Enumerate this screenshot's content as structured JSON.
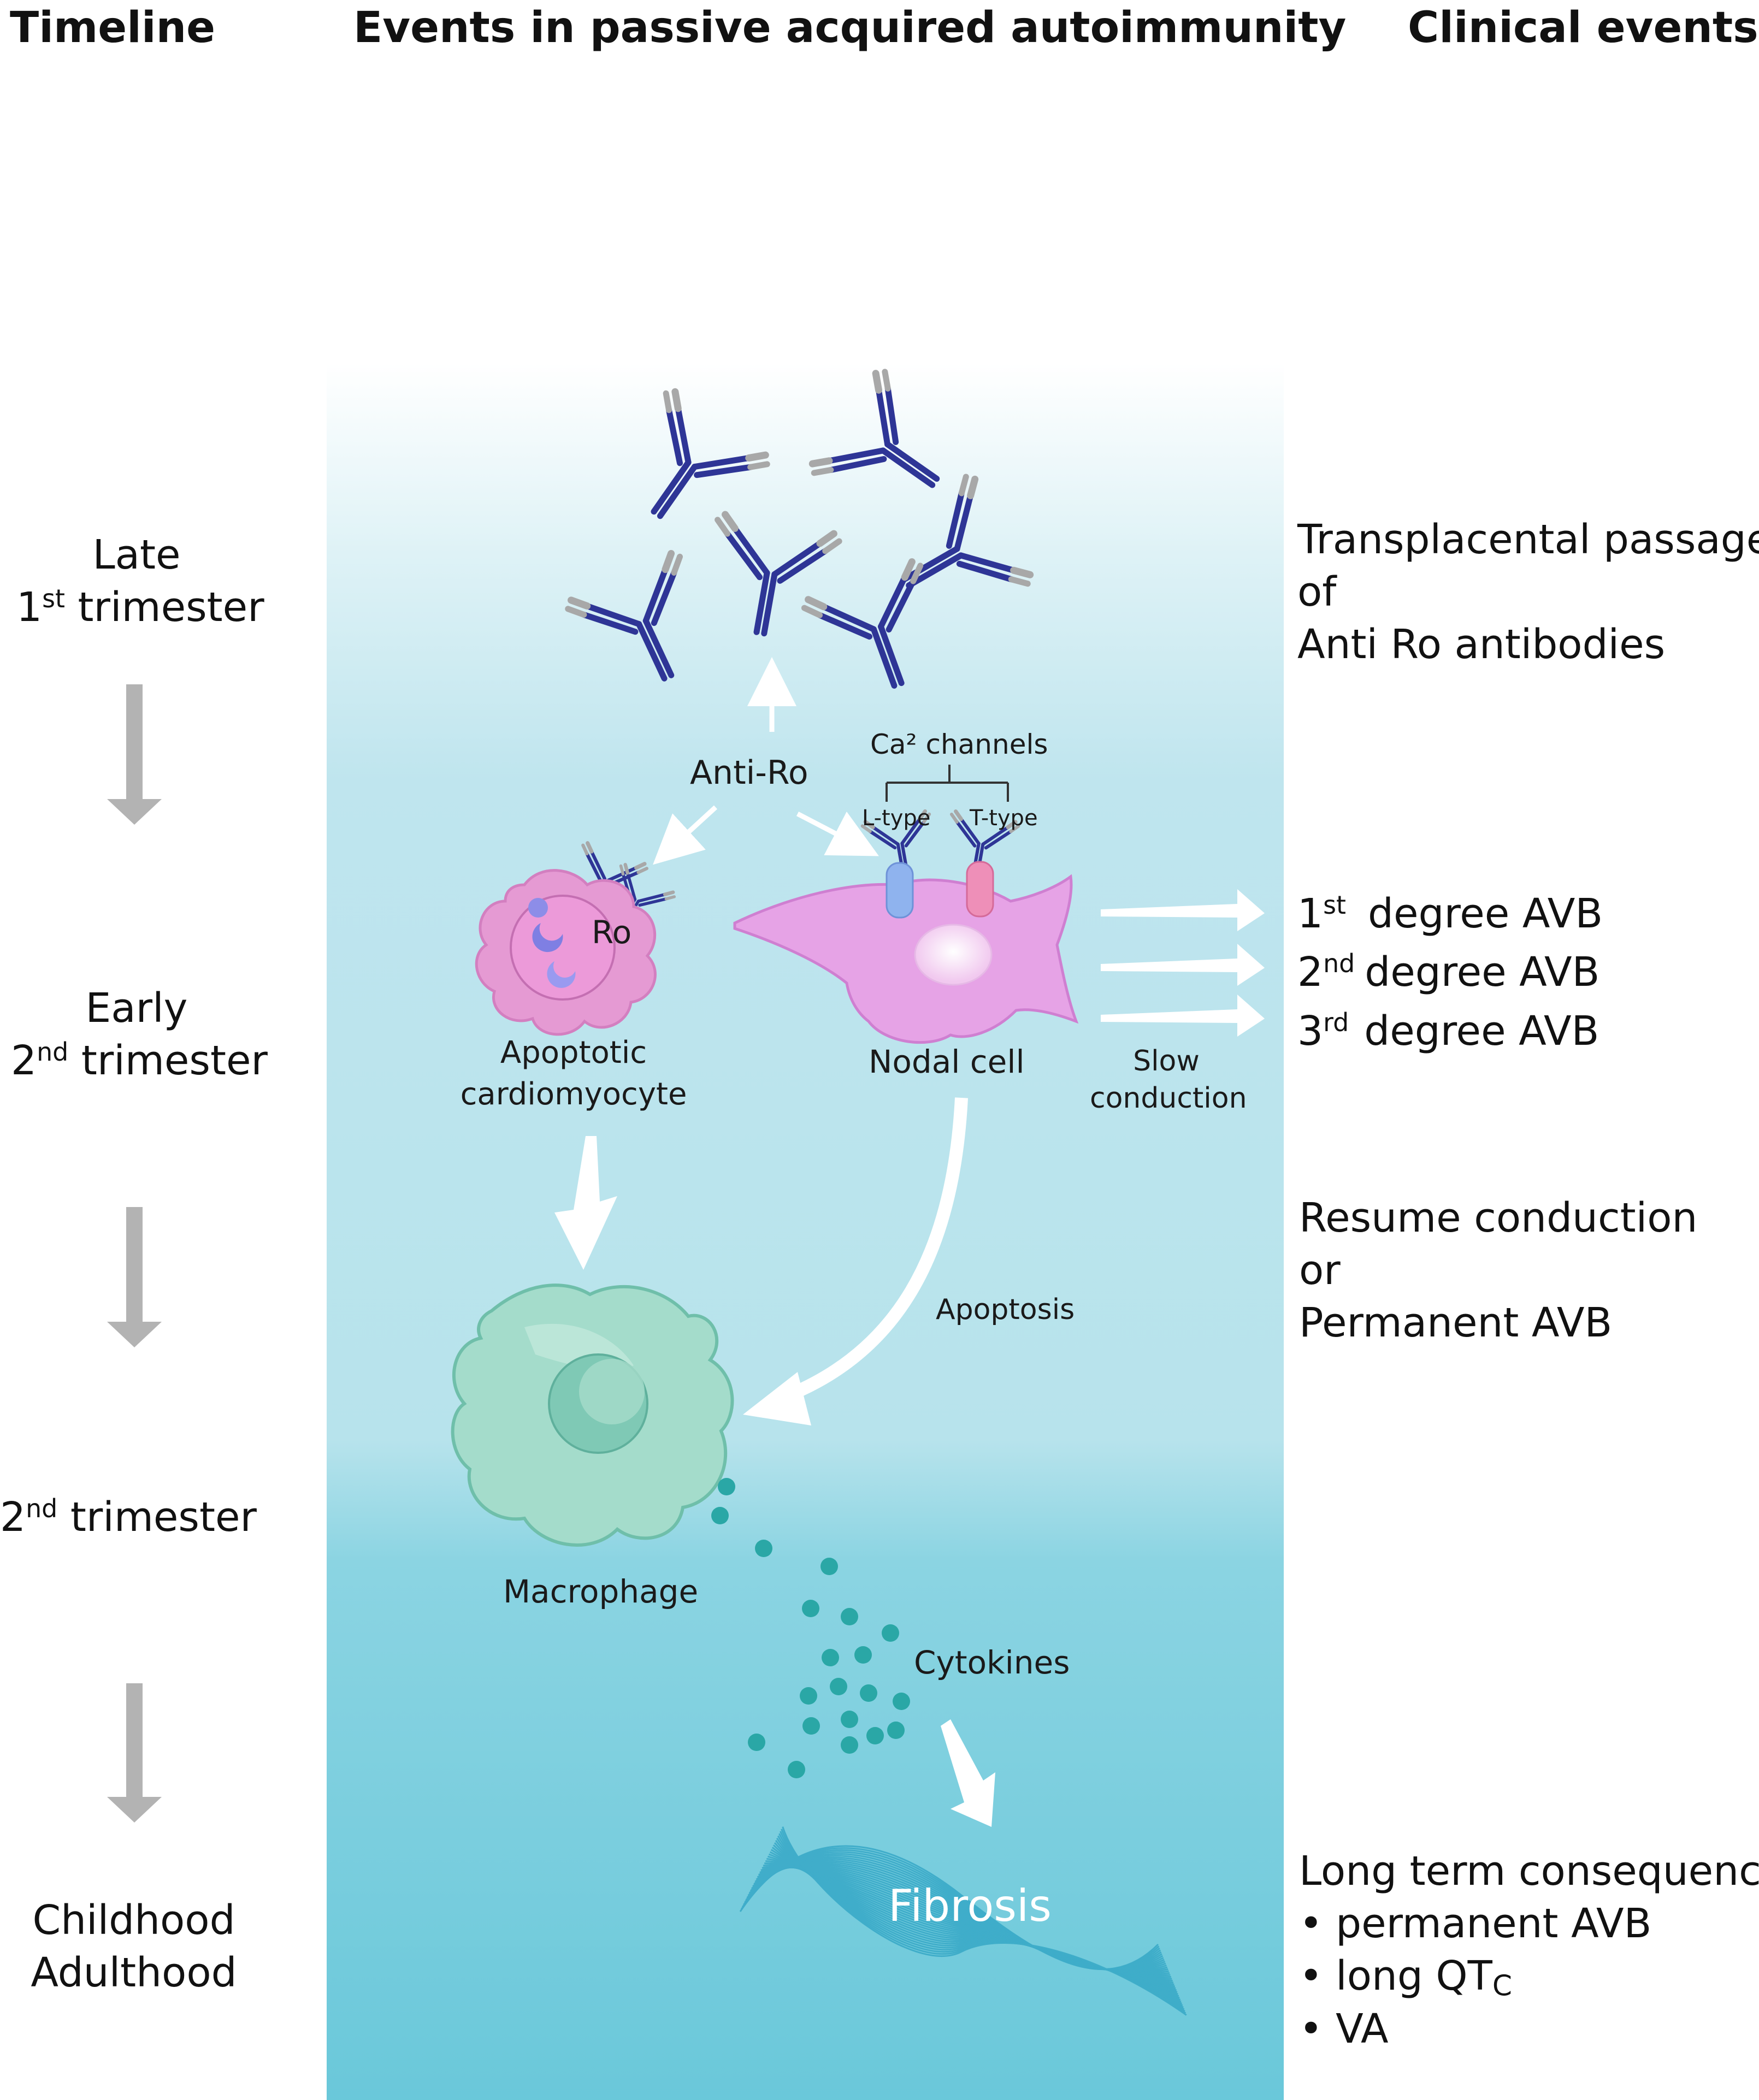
{
  "headers": {
    "timeline": "Timeline",
    "events": "Events in passive acquired autoimmunity",
    "clinical": "Clinical events"
  },
  "timeline": {
    "late_1st": {
      "line1": "Late",
      "num": "1",
      "sup": "st",
      "rest": " trimester"
    },
    "early_2nd": {
      "line1": "Early",
      "num": "2",
      "sup": "nd",
      "rest": " trimester"
    },
    "mid_2nd": {
      "num": "2",
      "sup": "nd",
      "rest": " trimester"
    },
    "later": {
      "line1": "Childhood",
      "line2": "Adulthood"
    }
  },
  "diagram": {
    "anti_ro": "Anti-Ro",
    "ca_channels": "Ca² channels",
    "l_type": "L-type",
    "t_type": "T-type",
    "ro": "Ro",
    "apoptotic_1": "Apoptotic",
    "apoptotic_2": "cardiomyocyte",
    "nodal_cell": "Nodal cell",
    "slow_1": "Slow",
    "slow_2": "conduction",
    "apoptosis": "Apoptosis",
    "macrophage": "Macrophage",
    "cytokines": "Cytokines",
    "fibrosis": "Fibrosis"
  },
  "clinical": {
    "transplacental_1": "Transplacental passage",
    "transplacental_2": "of",
    "transplacental_3": "Anti Ro antibodies",
    "avb": [
      {
        "num": "1",
        "sup": "st",
        "text": "degree AVB"
      },
      {
        "num": "2",
        "sup": "nd",
        "text": "degree AVB"
      },
      {
        "num": "3",
        "sup": "rd",
        "text": "degree AVB"
      }
    ],
    "resume_1": "Resume conduction",
    "resume_2": "or",
    "resume_3": "Permanent AVB",
    "long_term_title": "Long term consequence",
    "long_term_1": "• permanent AVB",
    "long_term_2": "• long QT",
    "long_term_2_sub": "C",
    "long_term_3": "• VA"
  },
  "colors": {
    "panel_top": "#ffffff",
    "panel_mid": "#b9e3ec",
    "panel_bottom": "#6ccbdc",
    "antibody": "#2e3596",
    "antibody_tip": "#a8a8a8",
    "arrow_grey": "#b5b5b5",
    "cardiomyocyte": "#e59ad3",
    "nodal_cell": "#e6a3e6",
    "macrophage": "#9fd9c8",
    "cytokine": "#2aa7a6",
    "fibrosis": "#3aaac8"
  }
}
